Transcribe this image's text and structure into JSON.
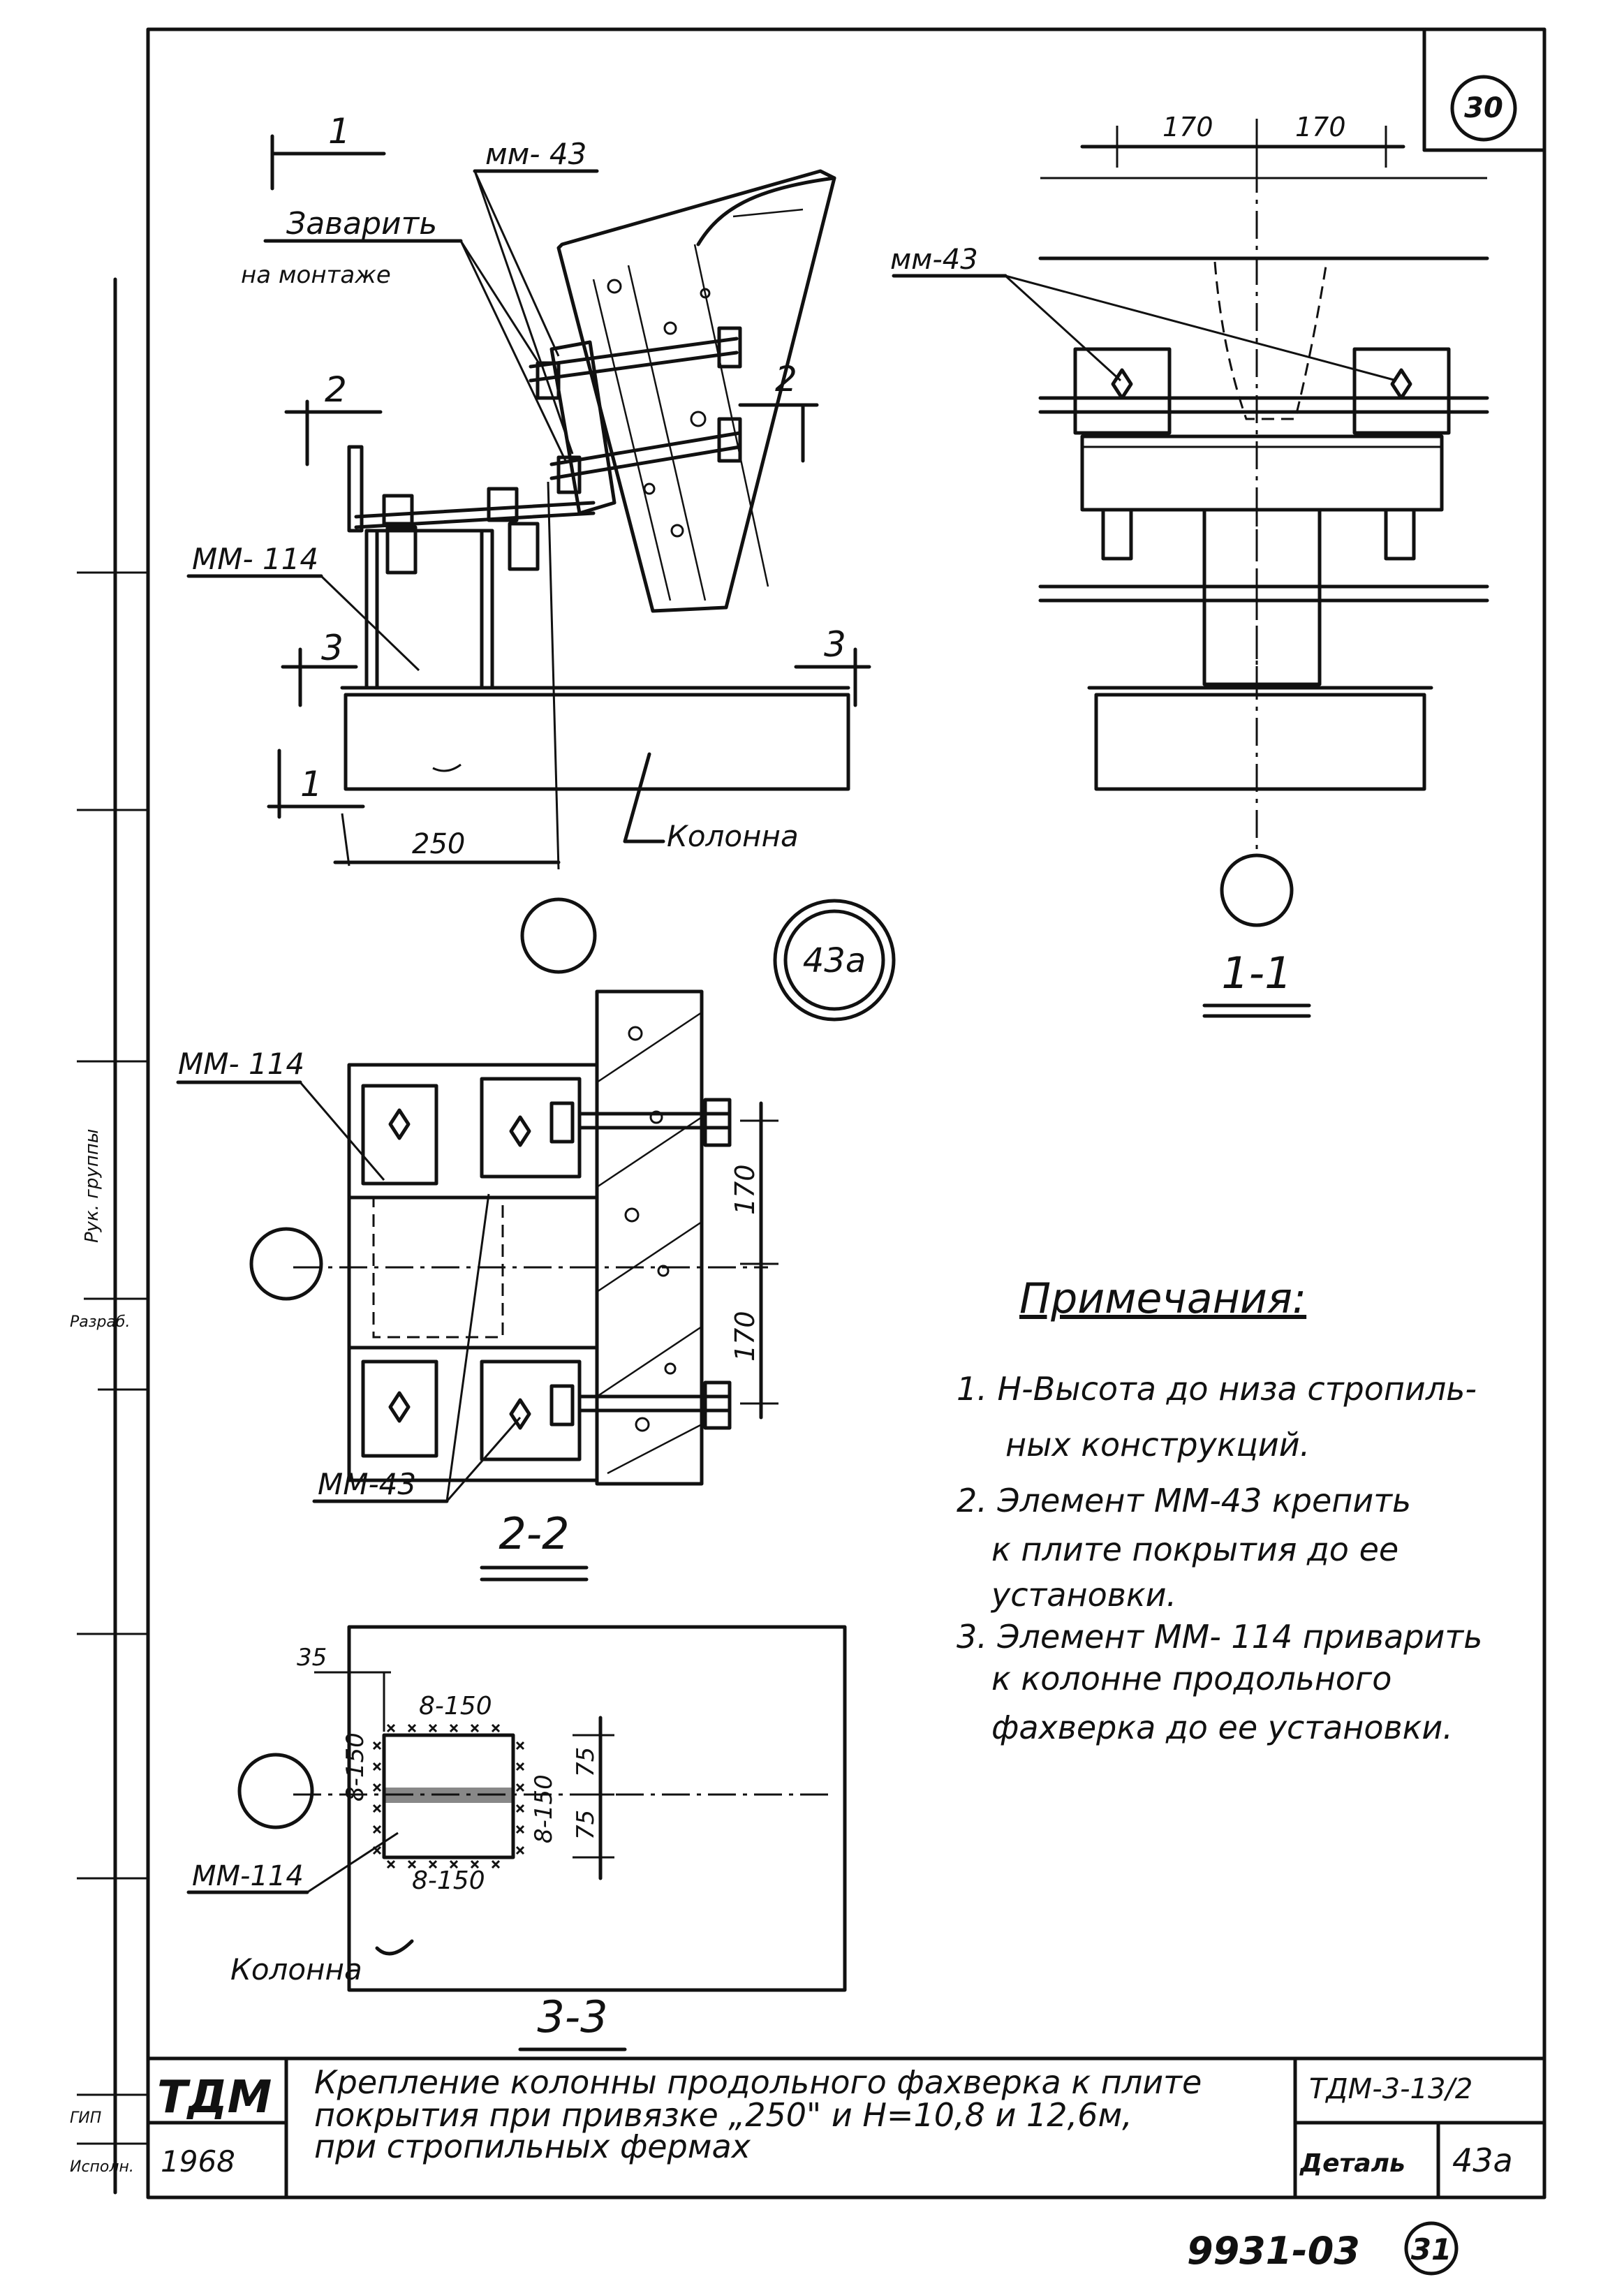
{
  "sheet": {
    "sheet_number": "30",
    "doc_code": "9931-03",
    "page_circle": "31"
  },
  "view_elevation": {
    "cut_1": "1",
    "cut_2": "2",
    "cut_3": "3",
    "callout_mm43": "мм- 43",
    "callout_weld_line1": "Заварить",
    "callout_weld_line2": "на монтаже",
    "callout_mm114": "ММ- 114",
    "dim_250": "250",
    "column_label": "Колонна",
    "detail_mark": "43а"
  },
  "view_1_1": {
    "dim_left": "170",
    "dim_right": "170",
    "callout_mm43": "мм-43",
    "title": "1-1"
  },
  "view_2_2": {
    "callout_mm114": "ММ- 114",
    "callout_mm43": "ММ-43",
    "dim_top": "170",
    "dim_bottom": "170",
    "title": "2-2"
  },
  "view_3_3": {
    "dim_35": "35",
    "weld_top": "8-150",
    "weld_left": "8-150",
    "weld_inner": "8-150",
    "weld_bottom": "8-150",
    "dim_75a": "75",
    "dim_75b": "75",
    "callout_mm114": "ММ-114",
    "column_label": "Колонна",
    "title": "3-3"
  },
  "notes": {
    "heading": "Примечания:",
    "n1_line1": "1. Н-Высота до низа стропиль-",
    "n1_line2": "ных конструкций.",
    "n2_line1": "2. Элемент ММ-43 крепить",
    "n2_line2": "к плите покрытия до ее",
    "n2_line3": "установки.",
    "n3_line1": "3. Элемент ММ- 114 приварить",
    "n3_line2": "к колонне продольного",
    "n3_line3": "фахверка до ее установки."
  },
  "title_block": {
    "org": "ТДМ",
    "year": "1968",
    "title_line1": "Крепление колонны продольного фахверка к плите",
    "title_line2": "покрытия при привязке „250\" и Н=10,8 и 12,6м,",
    "title_line3": "при стропильных фермах",
    "series": "ТДМ-3-13/2",
    "detail_label": "Деталь",
    "detail_value": "43а"
  },
  "margin": {
    "text1": "Рук. группы",
    "text2": "Разраб.",
    "text3": "ГИП",
    "text4": "Исполн."
  }
}
